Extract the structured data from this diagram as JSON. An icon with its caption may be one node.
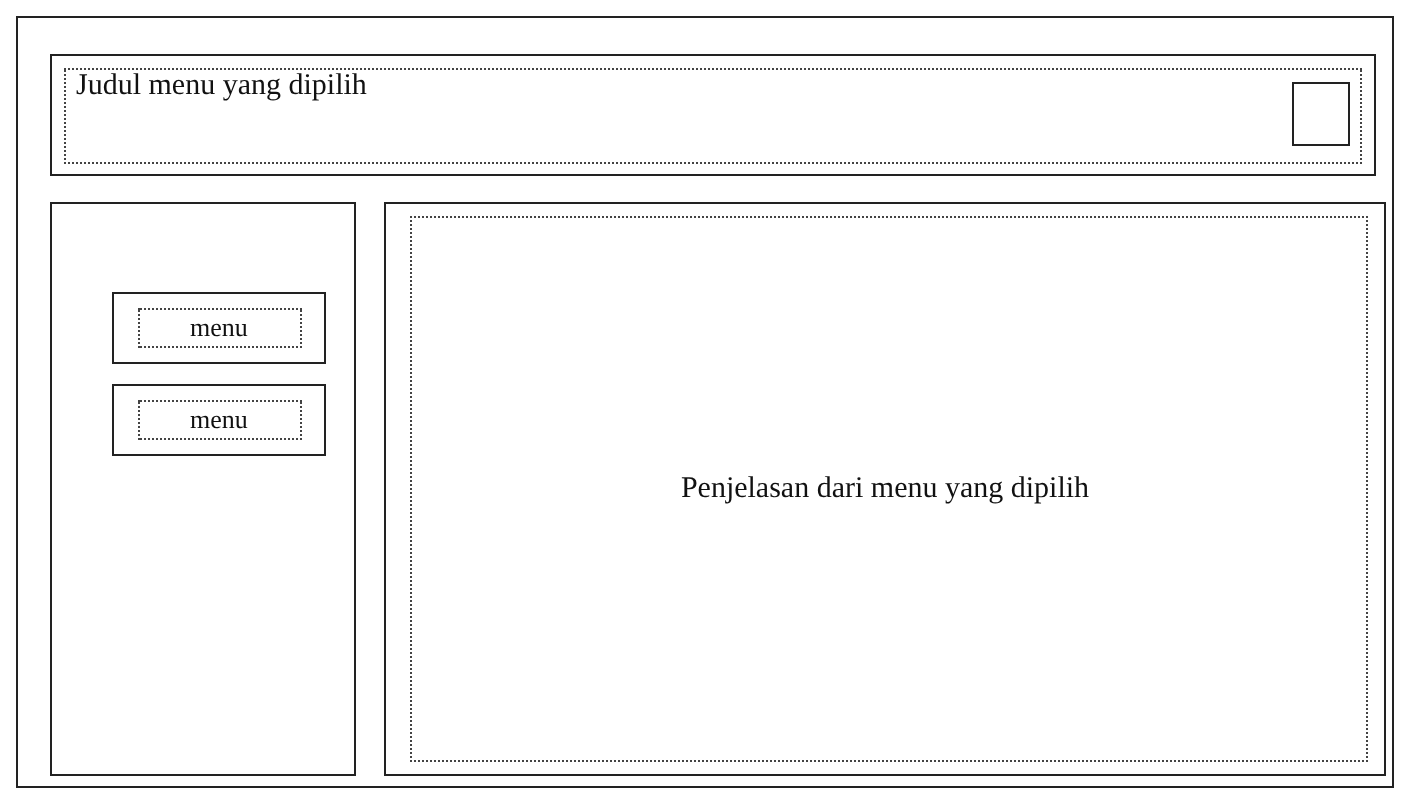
{
  "diagram": {
    "nodes": [
      {
        "text": [],
        "shape": "box"
      },
      {
        "text": [
          "Judul menu yang dipilih"
        ],
        "in": 0
      },
      {
        "text": [],
        "shape": "box",
        "in": 1
      },
      {
        "text": [],
        "shape": "box",
        "in": 0
      },
      {
        "text": [
          "menu"
        ],
        "in": 3
      },
      {
        "text": [
          "menu"
        ],
        "in": 3
      },
      {
        "text": [
          "Penjelasan dari menu yang dipilih"
        ],
        "in": 0
      }
    ],
    "edges": []
  }
}
